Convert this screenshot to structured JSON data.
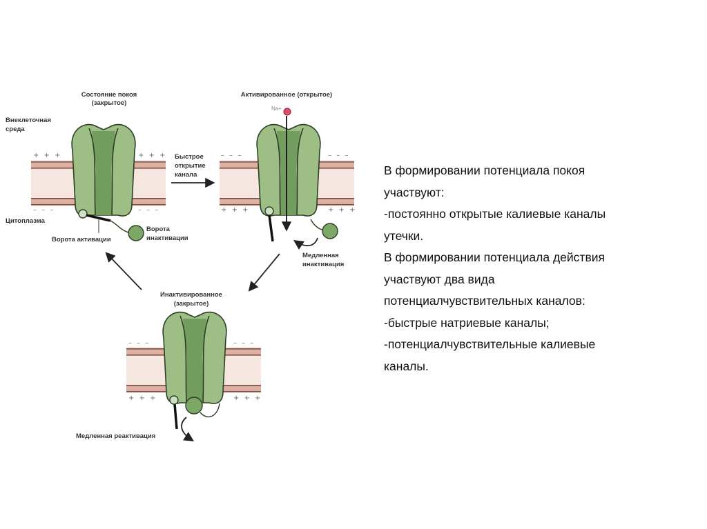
{
  "diagram": {
    "resting": {
      "title1": "Состояние покоя",
      "title2": "(закрытое)"
    },
    "activated": {
      "title": "Активированное (открытое)",
      "ion": "Na+"
    },
    "inactivated": {
      "title1": "Инактивированное",
      "title2": "(закрытое)"
    },
    "labels": {
      "extracellular1": "Внеклеточная",
      "extracellular2": "среда",
      "cytoplasm": "Цитоплазма",
      "activation_gate": "Ворота активации",
      "inactivation_gate1": "Ворота",
      "inactivation_gate2": "инактивации",
      "fast_open1": "Быстрое",
      "fast_open2": "открытие",
      "fast_open3": "канала",
      "slow_inact1": "Медленная",
      "slow_inact2": "инактивация",
      "slow_react": "Медленная реактивация"
    },
    "charges": {
      "plus": "+ + +",
      "minus": "– – –"
    }
  },
  "text": {
    "lines": [
      "В формировании потенциала покоя",
      "участвуют:",
      "-постоянно открытые калиевые каналы",
      "утечки.",
      "В формировании потенциала действия",
      "участвуют два вида",
      "потенциалчувствительных каналов:",
      "-быстрые натриевые каналы;",
      "-потенциалчувствительные калиевые",
      "каналы."
    ]
  },
  "colors": {
    "channel": "#9dbf85",
    "pore": "#6f9a5a",
    "membrane": "#f4e4de",
    "ion": "#e0506e"
  }
}
